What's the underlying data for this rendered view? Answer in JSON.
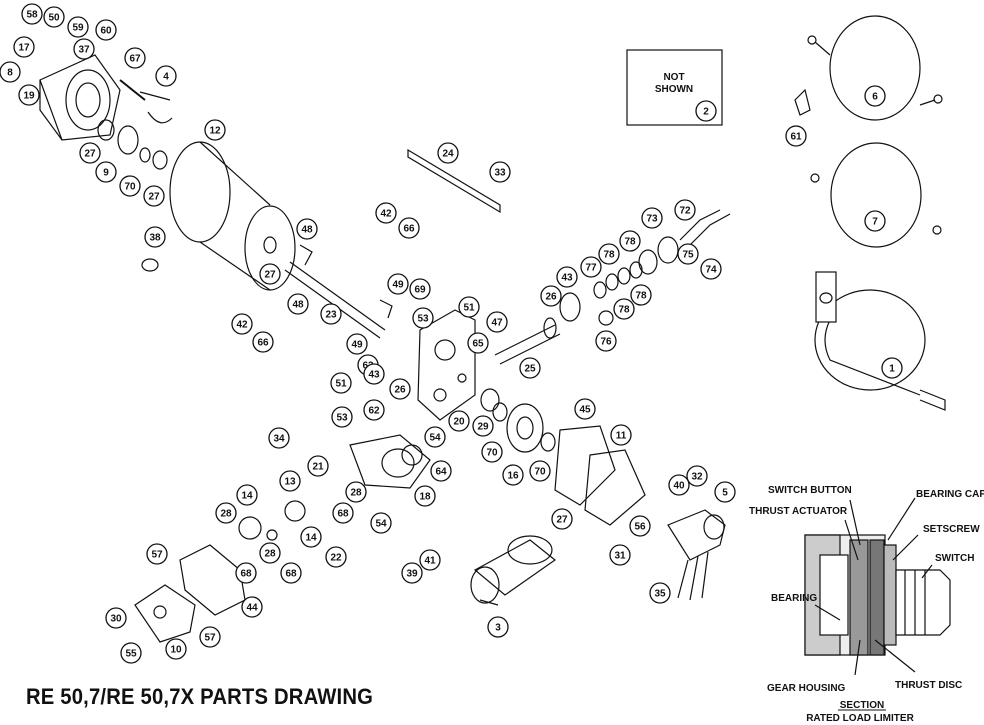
{
  "title": "RE 50,7/RE 50,7X PARTS DRAWING",
  "not_shown": {
    "line1": "NOT",
    "line2": "SHOWN",
    "number": "2"
  },
  "callouts": [
    "58",
    "50",
    "59",
    "60",
    "17",
    "37",
    "8",
    "19",
    "67",
    "4",
    "27",
    "9",
    "70",
    "27",
    "12",
    "38",
    "24",
    "33",
    "42",
    "66",
    "27",
    "48",
    "48",
    "23",
    "49",
    "69",
    "49",
    "42",
    "66",
    "51",
    "53",
    "47",
    "65",
    "25",
    "63",
    "26",
    "20",
    "51",
    "43",
    "53",
    "62",
    "54",
    "29",
    "70",
    "16",
    "34",
    "21",
    "28",
    "68",
    "13",
    "14",
    "22",
    "54",
    "18",
    "64",
    "28",
    "14",
    "28",
    "68",
    "68",
    "39",
    "41",
    "57",
    "44",
    "30",
    "55",
    "10",
    "57",
    "3",
    "45",
    "11",
    "70",
    "27",
    "56",
    "31",
    "40",
    "32",
    "5",
    "35",
    "43",
    "26",
    "77",
    "78",
    "78",
    "73",
    "72",
    "75",
    "74",
    "78",
    "78",
    "76",
    "6",
    "7",
    "1",
    "61"
  ],
  "section": {
    "labels": [
      "SWITCH BUTTON",
      "BEARING CAP",
      "THRUST ACTUATOR",
      "SETSCREW",
      "SWITCH",
      "BEARING",
      "GEAR HOUSING",
      "THRUST DISC"
    ],
    "caption1": "SECTION",
    "caption2": "RATED LOAD LIMITER"
  }
}
